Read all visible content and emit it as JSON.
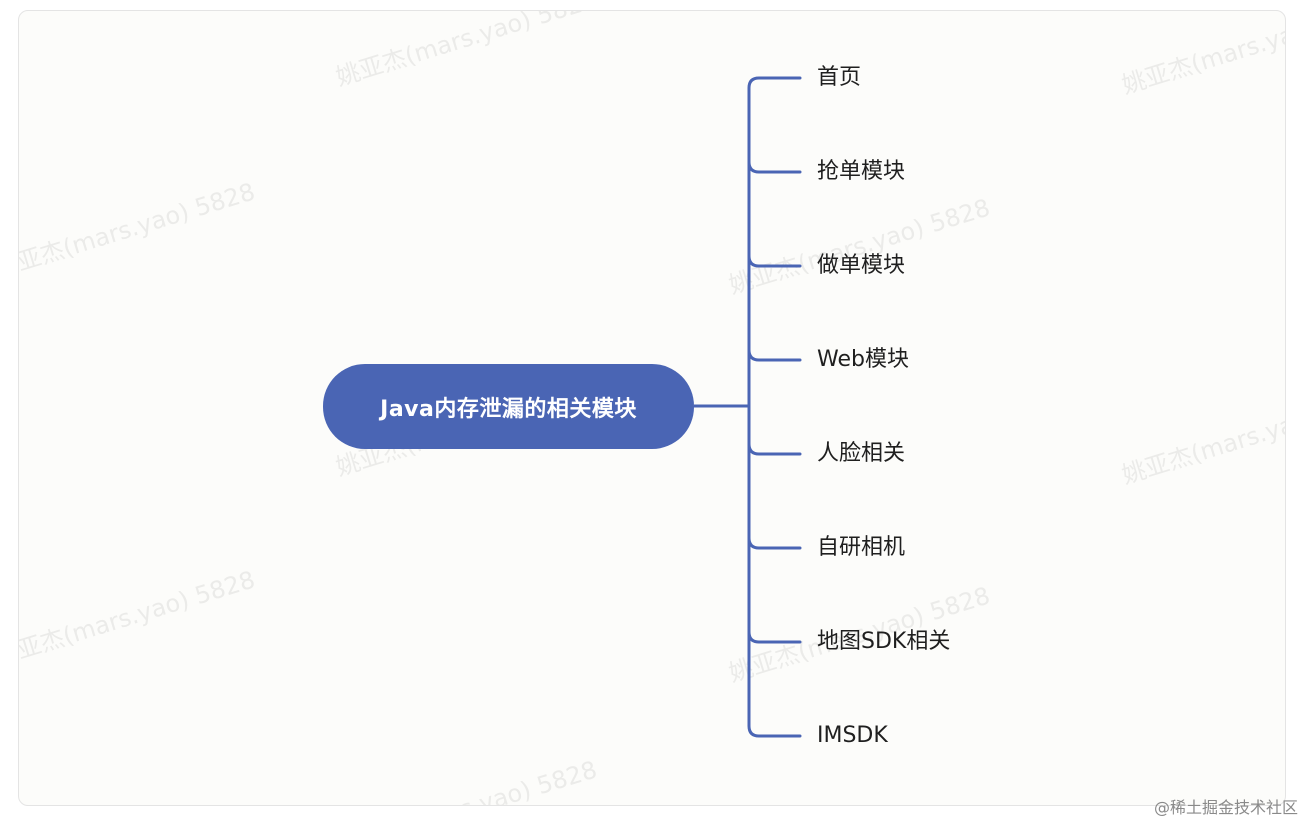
{
  "colors": {
    "node_fill": "#4a65b4",
    "connector": "#4a65b4",
    "node_text": "#ffffff",
    "branch_text": "#1f1f1f"
  },
  "mindmap": {
    "root": "Java内存泄漏的相关模块",
    "branches": [
      "首页",
      "抢单模块",
      "做单模块",
      "Web模块",
      "人脸相关",
      "自研相机",
      "地图SDK相关",
      "IMSDK"
    ]
  },
  "watermark_text": "姚亚杰(mars.yao) 5828",
  "footer": "@稀土掘金技术社区"
}
